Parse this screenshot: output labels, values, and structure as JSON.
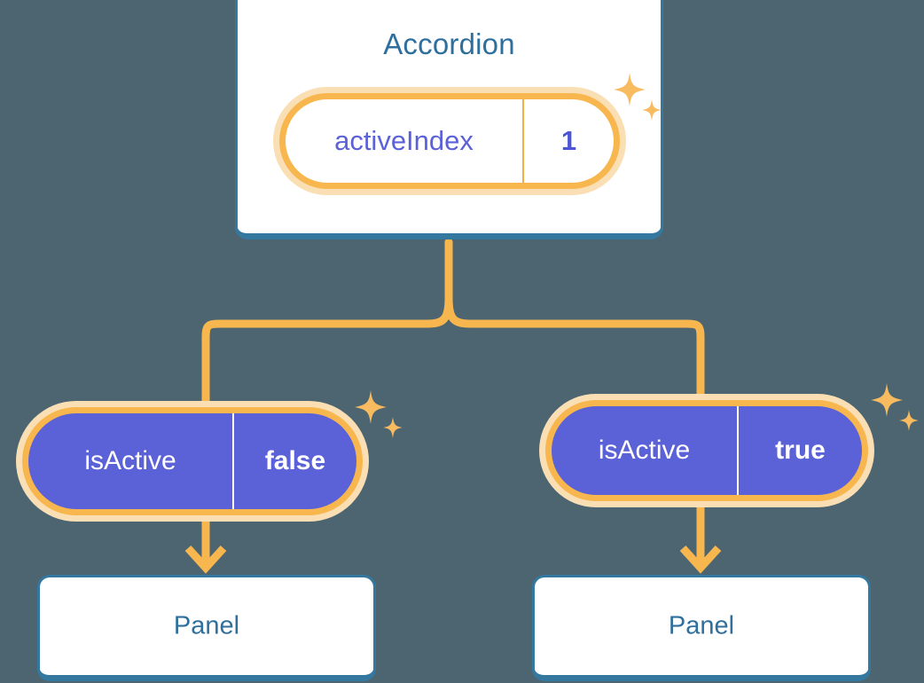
{
  "theme": {
    "background": "#4c6571",
    "card_border": "#35789f",
    "card_fill": "#ffffff",
    "title_text": "#2e6f9e",
    "pill_ring": "#f8b64e",
    "pill_halo": "#fadfb4",
    "pill_purple": "#5b62d8",
    "accent_text": "#5b62d8",
    "connector": "#f8b64e",
    "sparkle": "#f9bb5f"
  },
  "diagram": {
    "root": {
      "title": "Accordion",
      "state_pill": {
        "key": "activeIndex",
        "value": "1"
      }
    },
    "branches": [
      {
        "prop_pill": {
          "key": "isActive",
          "value": "false"
        },
        "child": {
          "title": "Panel"
        }
      },
      {
        "prop_pill": {
          "key": "isActive",
          "value": "true"
        },
        "child": {
          "title": "Panel"
        }
      }
    ]
  },
  "icons": {
    "sparkle_large": "sparkle-large-icon",
    "sparkle_small": "sparkle-small-icon",
    "arrow_down": "arrow-down-icon",
    "branch_connector": "branch-connector-icon"
  }
}
